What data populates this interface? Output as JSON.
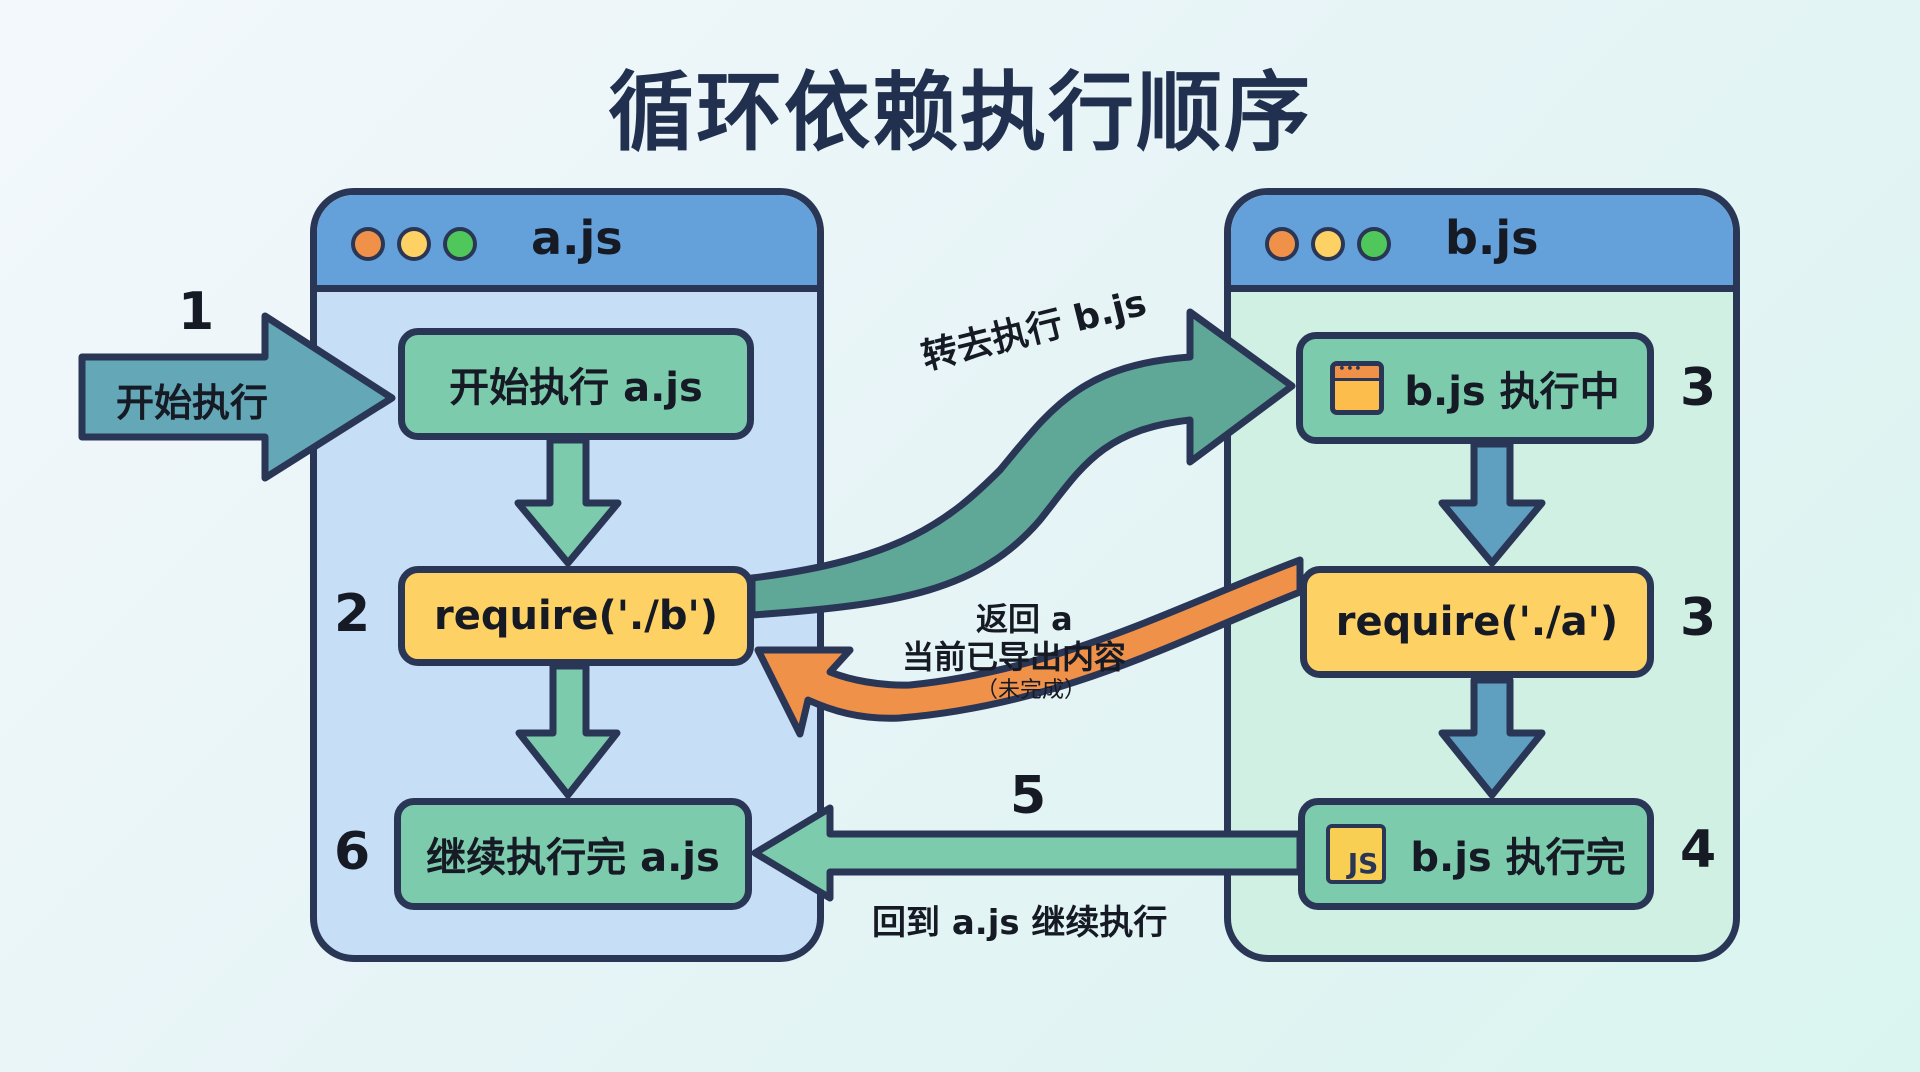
{
  "title": "循环依赖执行顺序",
  "windows": {
    "a": {
      "title": "a.js",
      "steps": [
        {
          "label": "开始执行 a.js",
          "number": ""
        },
        {
          "label": "require('./b')",
          "number": "2"
        },
        {
          "label": "继续执行完 a.js",
          "number": "6"
        }
      ]
    },
    "b": {
      "title": "b.js",
      "steps": [
        {
          "label": "b.js 执行中",
          "number": "3",
          "icon": "browser-window-icon"
        },
        {
          "label": "require('./a')",
          "number": "3"
        },
        {
          "label": "b.js 执行完",
          "number": "4",
          "icon": "js-file-icon",
          "icon_text": "JS"
        }
      ]
    }
  },
  "entry": {
    "number": "1",
    "label": "开始执行"
  },
  "arrows": {
    "to_b": {
      "label": "转去执行 b.js"
    },
    "return_a": {
      "line1": "返回 a",
      "line2": "当前已导出内容",
      "line3": "（未完成）"
    },
    "back_to_a": {
      "number": "5",
      "label": "回到 a.js 继续执行"
    }
  },
  "colors": {
    "outline": "#2a3656",
    "green_box": "#7dcbad",
    "yellow_box": "#fdd163",
    "window_header": "#64a1da",
    "orange_arrow": "#f0914a",
    "teal_arrow": "#5fa898",
    "blue_arrow": "#5f9fc0"
  }
}
